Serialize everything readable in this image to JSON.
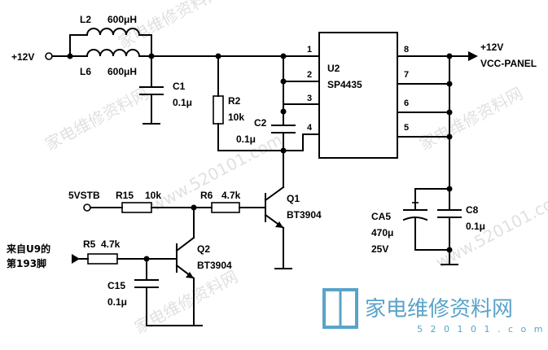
{
  "title": "",
  "input": {
    "label": "+12V"
  },
  "output": {
    "label": "+12V",
    "net": "VCC-PANEL"
  },
  "standby": {
    "label": "5VSTB"
  },
  "from_u9": {
    "line1": "来自U9的",
    "line2": "第193脚"
  },
  "components": {
    "L2": {
      "ref": "L2",
      "value": "600μH"
    },
    "L6": {
      "ref": "L6",
      "value": "600μH"
    },
    "C1": {
      "ref": "C1",
      "value": "0.1μ"
    },
    "R2": {
      "ref": "R2",
      "value": "10k"
    },
    "C2": {
      "ref": "C2",
      "value": "0.1μ"
    },
    "U2": {
      "ref": "U2",
      "part": "SP4435",
      "pins": [
        "1",
        "2",
        "3",
        "4",
        "5",
        "6",
        "7",
        "8"
      ]
    },
    "R15": {
      "ref": "R15",
      "value": "10k"
    },
    "R6": {
      "ref": "R6",
      "value": "4.7k"
    },
    "Q1": {
      "ref": "Q1",
      "part": "BT3904"
    },
    "R5": {
      "ref": "R5",
      "value": "4.7k"
    },
    "Q2": {
      "ref": "Q2",
      "part": "BT3904"
    },
    "C15": {
      "ref": "C15",
      "value": "0.1μ"
    },
    "CA5": {
      "ref": "CA5",
      "value": "470μ",
      "voltage": "25V"
    },
    "C8": {
      "ref": "C8",
      "value": "0.1μ"
    }
  },
  "watermark": {
    "text": "家电维修资料网",
    "url": "www.520101.com",
    "logo_text": "家电维修资料网",
    "logo_url": "5 2 0 1 0 1 . c o m"
  }
}
